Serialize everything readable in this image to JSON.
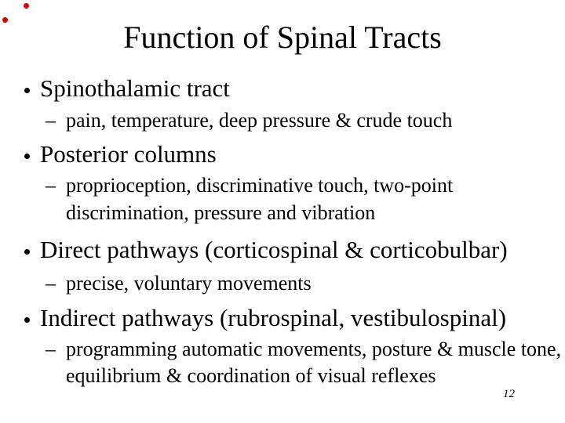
{
  "slide": {
    "title": "Function of Spinal Tracts",
    "page_number": "12",
    "items": [
      {
        "level": 1,
        "marker": "•",
        "text": "Spinothalamic tract"
      },
      {
        "level": 2,
        "marker": "–",
        "text": "pain, temperature, deep pressure & crude touch"
      },
      {
        "level": 1,
        "marker": "•",
        "text": "Posterior columns"
      },
      {
        "level": 2,
        "marker": "–",
        "text": "proprioception, discriminative touch, two-point discrimination, pressure and vibration"
      },
      {
        "level": 1,
        "marker": "•",
        "text": "Direct pathways (corticospinal & corticobulbar)"
      },
      {
        "level": 2,
        "marker": "–",
        "text": "precise, voluntary movements"
      },
      {
        "level": 1,
        "marker": "•",
        "text": "Indirect pathways (rubrospinal, vestibulospinal)"
      },
      {
        "level": 2,
        "marker": "–",
        "text": "programming automatic movements, posture & muscle tone, equilibrium & coordination of visual reflexes"
      }
    ],
    "decorations": {
      "red_dot_color": "#d40000",
      "text_color": "#000000",
      "background_color": "#ffffff"
    }
  }
}
